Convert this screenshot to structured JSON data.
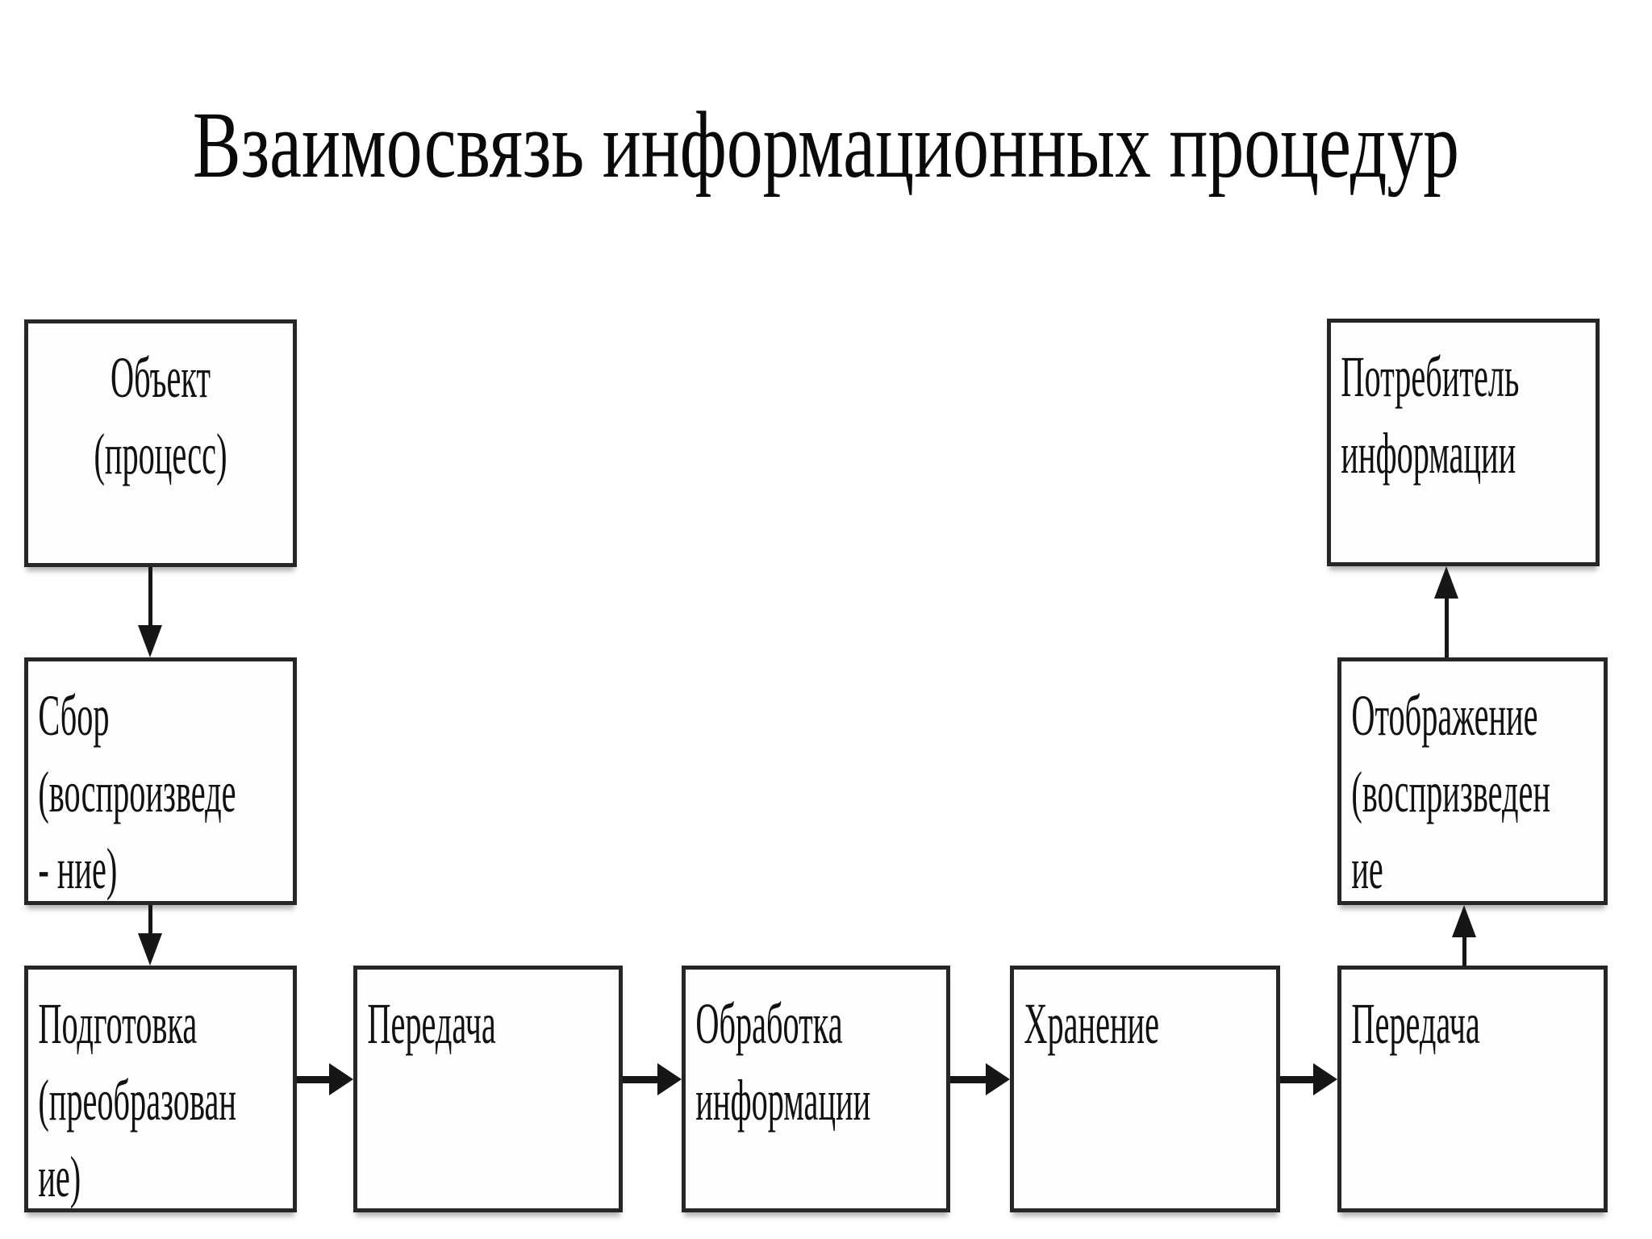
{
  "slide": {
    "title": "Взаимосвязь информационных процедур"
  },
  "diagram": {
    "type": "flowchart",
    "nodes": [
      {
        "id": "object",
        "lines": [
          "Объект",
          "(процесс)"
        ]
      },
      {
        "id": "collection",
        "lines": [
          "Сбор",
          "(воспроизведе",
          "- ние)"
        ]
      },
      {
        "id": "preparation",
        "lines": [
          "Подготовка",
          "(преобразован",
          "ие)"
        ]
      },
      {
        "id": "transfer-1",
        "lines": [
          "Передача"
        ]
      },
      {
        "id": "processing",
        "lines": [
          "Обработка",
          "информации"
        ]
      },
      {
        "id": "storage",
        "lines": [
          "Хранение"
        ]
      },
      {
        "id": "transfer-2",
        "lines": [
          "Передача"
        ]
      },
      {
        "id": "display",
        "lines": [
          "Отображение",
          "(воспризведен",
          "ие"
        ]
      },
      {
        "id": "consumer",
        "lines": [
          "Потребитель",
          "информации"
        ]
      }
    ],
    "edges": [
      {
        "from": "object",
        "to": "collection",
        "direction": "down"
      },
      {
        "from": "collection",
        "to": "preparation",
        "direction": "down"
      },
      {
        "from": "preparation",
        "to": "transfer-1",
        "direction": "right"
      },
      {
        "from": "transfer-1",
        "to": "processing",
        "direction": "right"
      },
      {
        "from": "processing",
        "to": "storage",
        "direction": "right"
      },
      {
        "from": "storage",
        "to": "transfer-2",
        "direction": "right"
      },
      {
        "from": "transfer-2",
        "to": "display",
        "direction": "up"
      },
      {
        "from": "display",
        "to": "consumer",
        "direction": "up"
      }
    ],
    "colors": {
      "background": "#ffffff",
      "box_fill": "#fdfdfd",
      "line": "#161616",
      "text": "#111111"
    }
  }
}
